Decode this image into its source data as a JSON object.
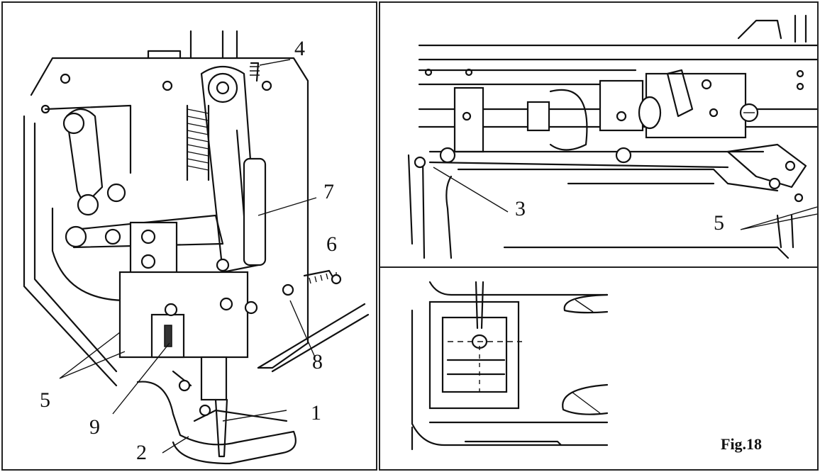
{
  "figure": {
    "caption": "Fig.18"
  },
  "left_view": {
    "callouts": [
      {
        "id": "1",
        "text": "1"
      },
      {
        "id": "2",
        "text": "2"
      },
      {
        "id": "4",
        "text": "4"
      },
      {
        "id": "5",
        "text": "5"
      },
      {
        "id": "6",
        "text": "6"
      },
      {
        "id": "7",
        "text": "7"
      },
      {
        "id": "8",
        "text": "8"
      },
      {
        "id": "9",
        "text": "9"
      }
    ]
  },
  "top_right_view": {
    "callouts": [
      {
        "id": "3",
        "text": "3"
      },
      {
        "id": "5",
        "text": "5"
      }
    ]
  }
}
